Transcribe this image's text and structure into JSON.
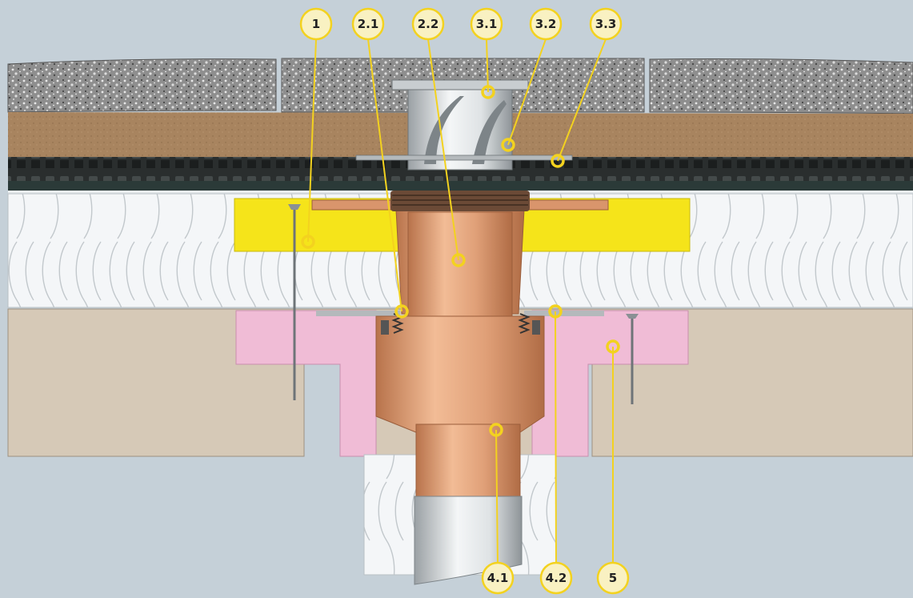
{
  "colors": {
    "background": "#c5d0d8",
    "granite": "#8c8c8c",
    "sand": "#a8845f",
    "drainage_mat": "#2a2e2e",
    "insulation": "#f4f6f8",
    "insulation_lines": "#c2c8cc",
    "yellow_pad": "#f5e41a",
    "concrete": "#d6c9b7",
    "pink_seal": "#f0bcd6",
    "copper": "#d9956c",
    "steel": "#d7dbde",
    "callout_ring": "#f3d21f",
    "callout_fill": "#f9f1c2"
  },
  "callouts": [
    {
      "id": "1",
      "label": "1"
    },
    {
      "id": "2.1",
      "label": "2.1"
    },
    {
      "id": "2.2",
      "label": "2.2"
    },
    {
      "id": "3.1",
      "label": "3.1"
    },
    {
      "id": "3.2",
      "label": "3.2"
    },
    {
      "id": "3.3",
      "label": "3.3"
    },
    {
      "id": "4.1",
      "label": "4.1"
    },
    {
      "id": "4.2",
      "label": "4.2"
    },
    {
      "id": "5",
      "label": "5"
    }
  ]
}
